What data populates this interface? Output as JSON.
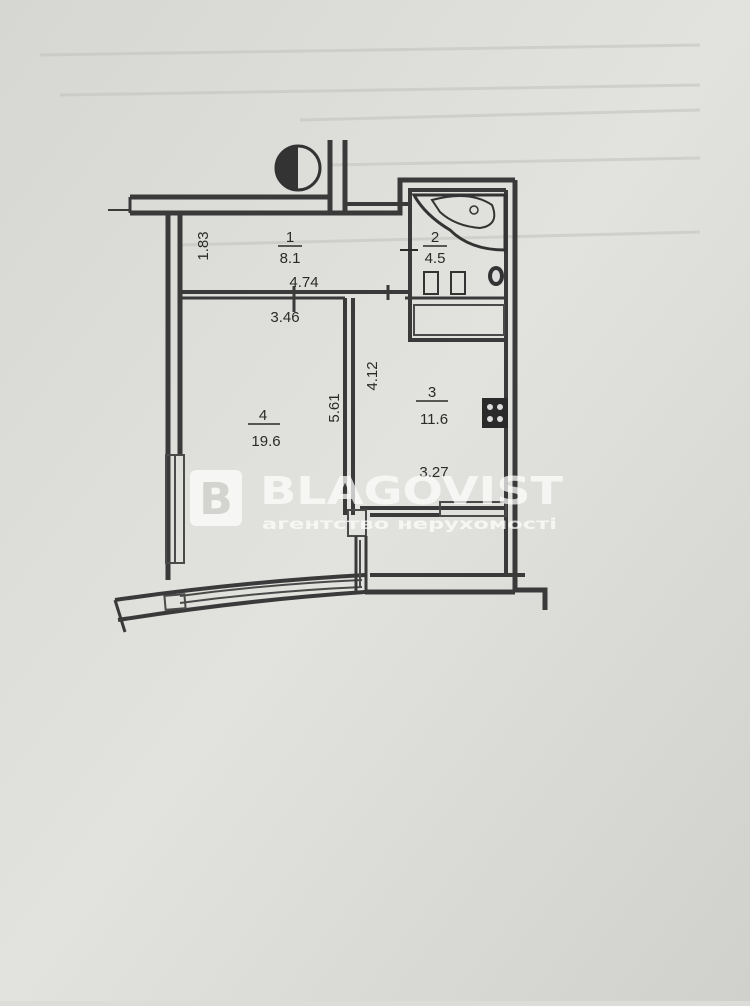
{
  "plan": {
    "rooms": [
      {
        "id": "1",
        "number": "1",
        "area": "8.1"
      },
      {
        "id": "2",
        "number": "2",
        "area": "4.5"
      },
      {
        "id": "3",
        "number": "3",
        "area": "11.6"
      },
      {
        "id": "4",
        "number": "4",
        "area": "19.6"
      }
    ],
    "dimensions": {
      "hall_height": "1.83",
      "hall_width": "4.74",
      "living_width": "3.46",
      "living_length": "5.61",
      "kitchen_length": "4.12",
      "kitchen_width": "3.27"
    }
  },
  "watermark": {
    "logo_letter": "B",
    "brand": "BLAGOVIST",
    "tagline": "агентство нерухомості"
  },
  "colors": {
    "paper": "#dcdcd8",
    "wall": "#3a3a3a",
    "watermark": "#ffffff"
  }
}
